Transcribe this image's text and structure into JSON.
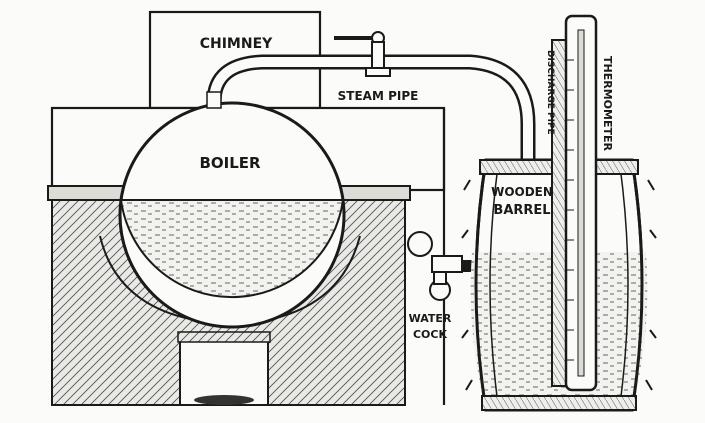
{
  "labels": {
    "chimney": "CHIMNEY",
    "steam_pipe": "STEAM PIPE",
    "boiler": "BOILER",
    "wooden_barrel_1": "WOODEN",
    "wooden_barrel_2": "BARREL",
    "water_cock_1": "WATER",
    "water_cock_2": "COCK",
    "discharge_pipe": "DISCHARGE PIPE",
    "thermometer": "THERMOMETER"
  },
  "colors": {
    "ink": "#1a1a1a",
    "paper": "#fbfbf9",
    "hatch": "#6a6a6a"
  }
}
